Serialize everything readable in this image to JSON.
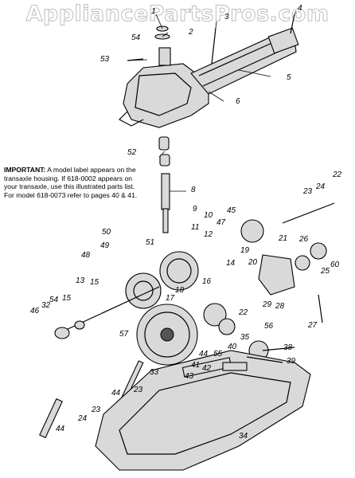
{
  "watermark": "AppliancePartsPros.com",
  "note": {
    "heading": "IMPORTANT:",
    "body": "A model label appears on the transaxle housing. If 618-0002 appears on your transaxle, use this illustrated parts list. For model 618-0073 refer to pages 40 & 41."
  },
  "callouts": [
    "1",
    "2",
    "3",
    "4",
    "54",
    "53",
    "5",
    "6",
    "52",
    "8",
    "9",
    "10",
    "11",
    "12",
    "13",
    "45",
    "47",
    "50",
    "49",
    "48",
    "51",
    "16",
    "14",
    "15",
    "17",
    "18",
    "19",
    "20",
    "21",
    "22",
    "23",
    "24",
    "25",
    "26",
    "60",
    "27",
    "28",
    "29",
    "46",
    "32",
    "54",
    "15",
    "57",
    "22",
    "44",
    "33",
    "23",
    "56",
    "38",
    "35",
    "40",
    "39",
    "55",
    "42",
    "43",
    "41",
    "34",
    "44",
    "24",
    "23",
    "44"
  ]
}
